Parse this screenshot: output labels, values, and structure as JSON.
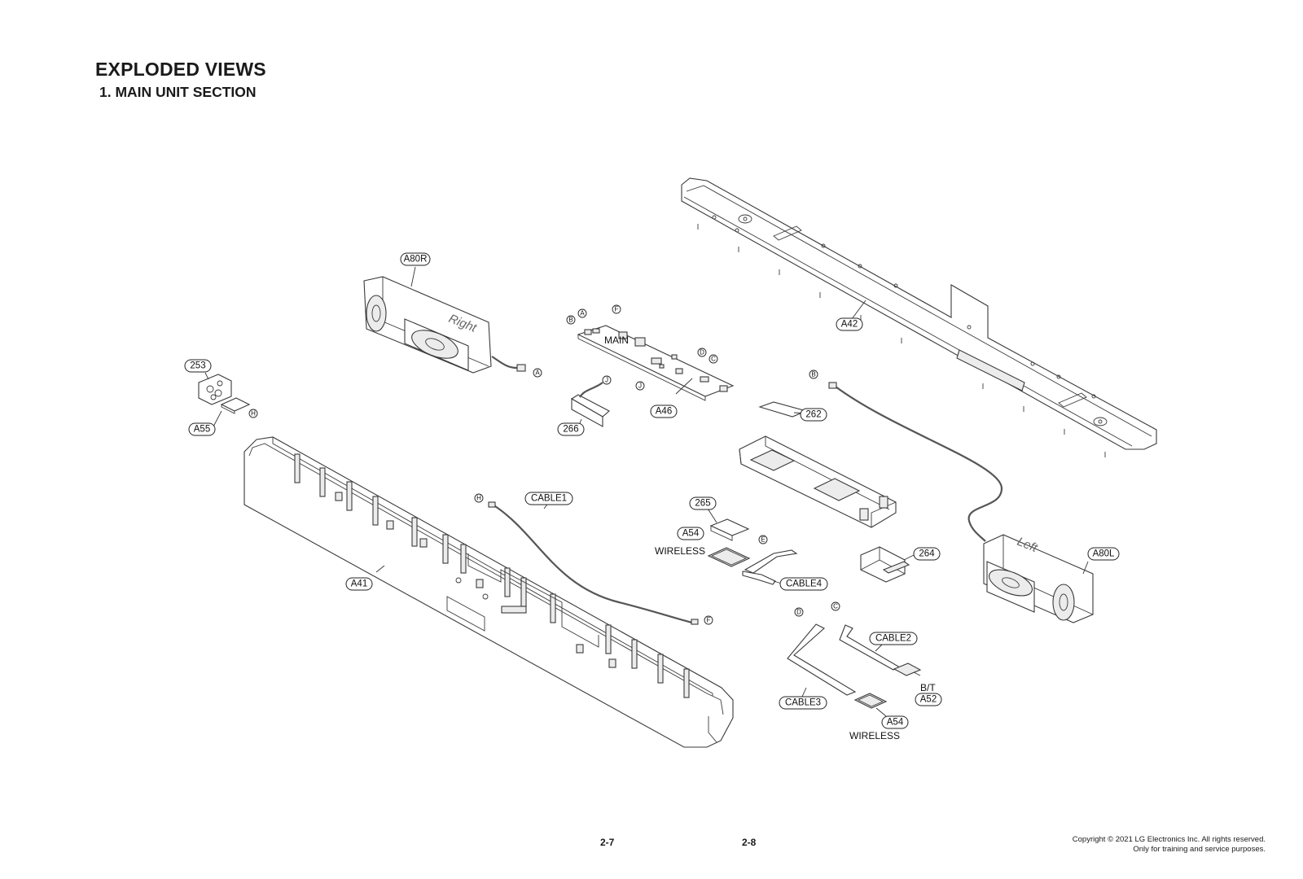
{
  "header": {
    "title": "EXPLODED VIEWS",
    "subtitle": "1. MAIN UNIT SECTION"
  },
  "footer": {
    "page_left": "2-7",
    "page_right": "2-8",
    "copyright_line1": "Copyright © 2021 LG Electronics Inc. All rights reserved.",
    "copyright_line2": "Only for training and service purposes."
  },
  "diagram": {
    "callouts": {
      "a80r": "A80R",
      "a42": "A42",
      "a46": "A46",
      "a253": "253",
      "a55": "A55",
      "a266": "266",
      "a262": "262",
      "a41": "A41",
      "cable1": "CABLE1",
      "a265": "265",
      "a54_top": "A54",
      "cable4": "CABLE4",
      "a264": "264",
      "a80l": "A80L",
      "cable2": "CABLE2",
      "a52": "A52",
      "cable3": "CABLE3",
      "a54_bottom": "A54"
    },
    "labels": {
      "main": "MAIN",
      "wireless_top": "WIRELESS",
      "wireless_bottom": "WIRELESS",
      "bt": "B/T",
      "speaker_right": "Right",
      "speaker_left": "Left"
    },
    "connectors": {
      "a_speaker": "A",
      "a_board": "A",
      "b_board": "B",
      "b_cable": "B",
      "f_board": "F",
      "f_cable": "F",
      "d_board": "D",
      "d_cable": "D",
      "c_board": "C",
      "c_cable": "C",
      "j_board": "J",
      "j_part": "J",
      "h_board": "H",
      "h_cable": "H",
      "e_cable": "E"
    }
  }
}
